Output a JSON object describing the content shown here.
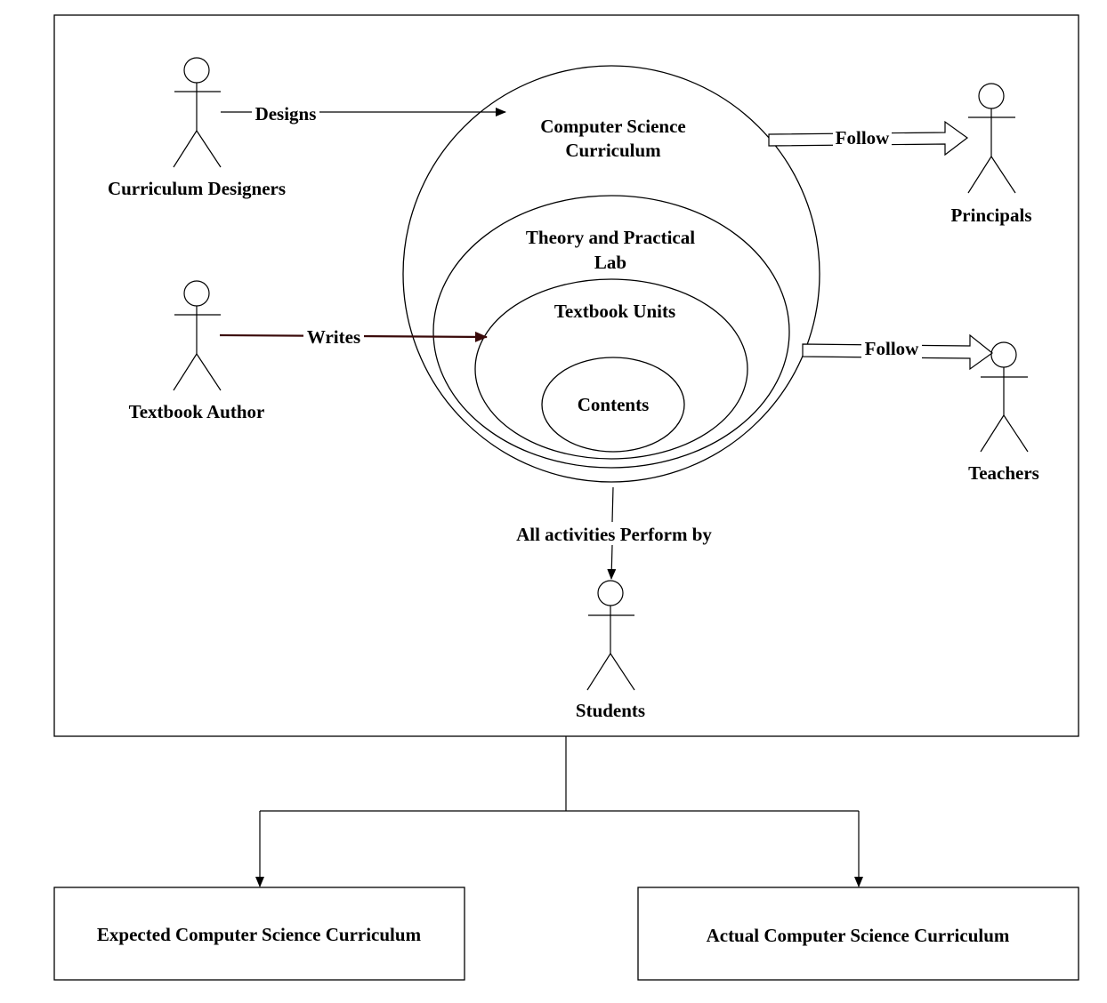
{
  "actors": {
    "curriculum_designers": "Curriculum Designers",
    "textbook_author": "Textbook Author",
    "principals": "Principals",
    "teachers": "Teachers",
    "students": "Students"
  },
  "circles": {
    "outer": [
      "Computer Science",
      "Curriculum"
    ],
    "theory": [
      "Theory and Practical",
      "Lab"
    ],
    "units": "Textbook Units",
    "contents": "Contents"
  },
  "edges": {
    "designs": "Designs",
    "writes": "Writes",
    "follow_principals": "Follow",
    "follow_teachers": "Follow",
    "performed_by": "All  activities Perform by"
  },
  "outputs": {
    "expected": "Expected Computer Science Curriculum",
    "actual": "Actual Computer Science Curriculum"
  },
  "colors": {
    "stroke": "#000000",
    "writes_arrow": "#3a0a0a",
    "background": "#ffffff"
  }
}
